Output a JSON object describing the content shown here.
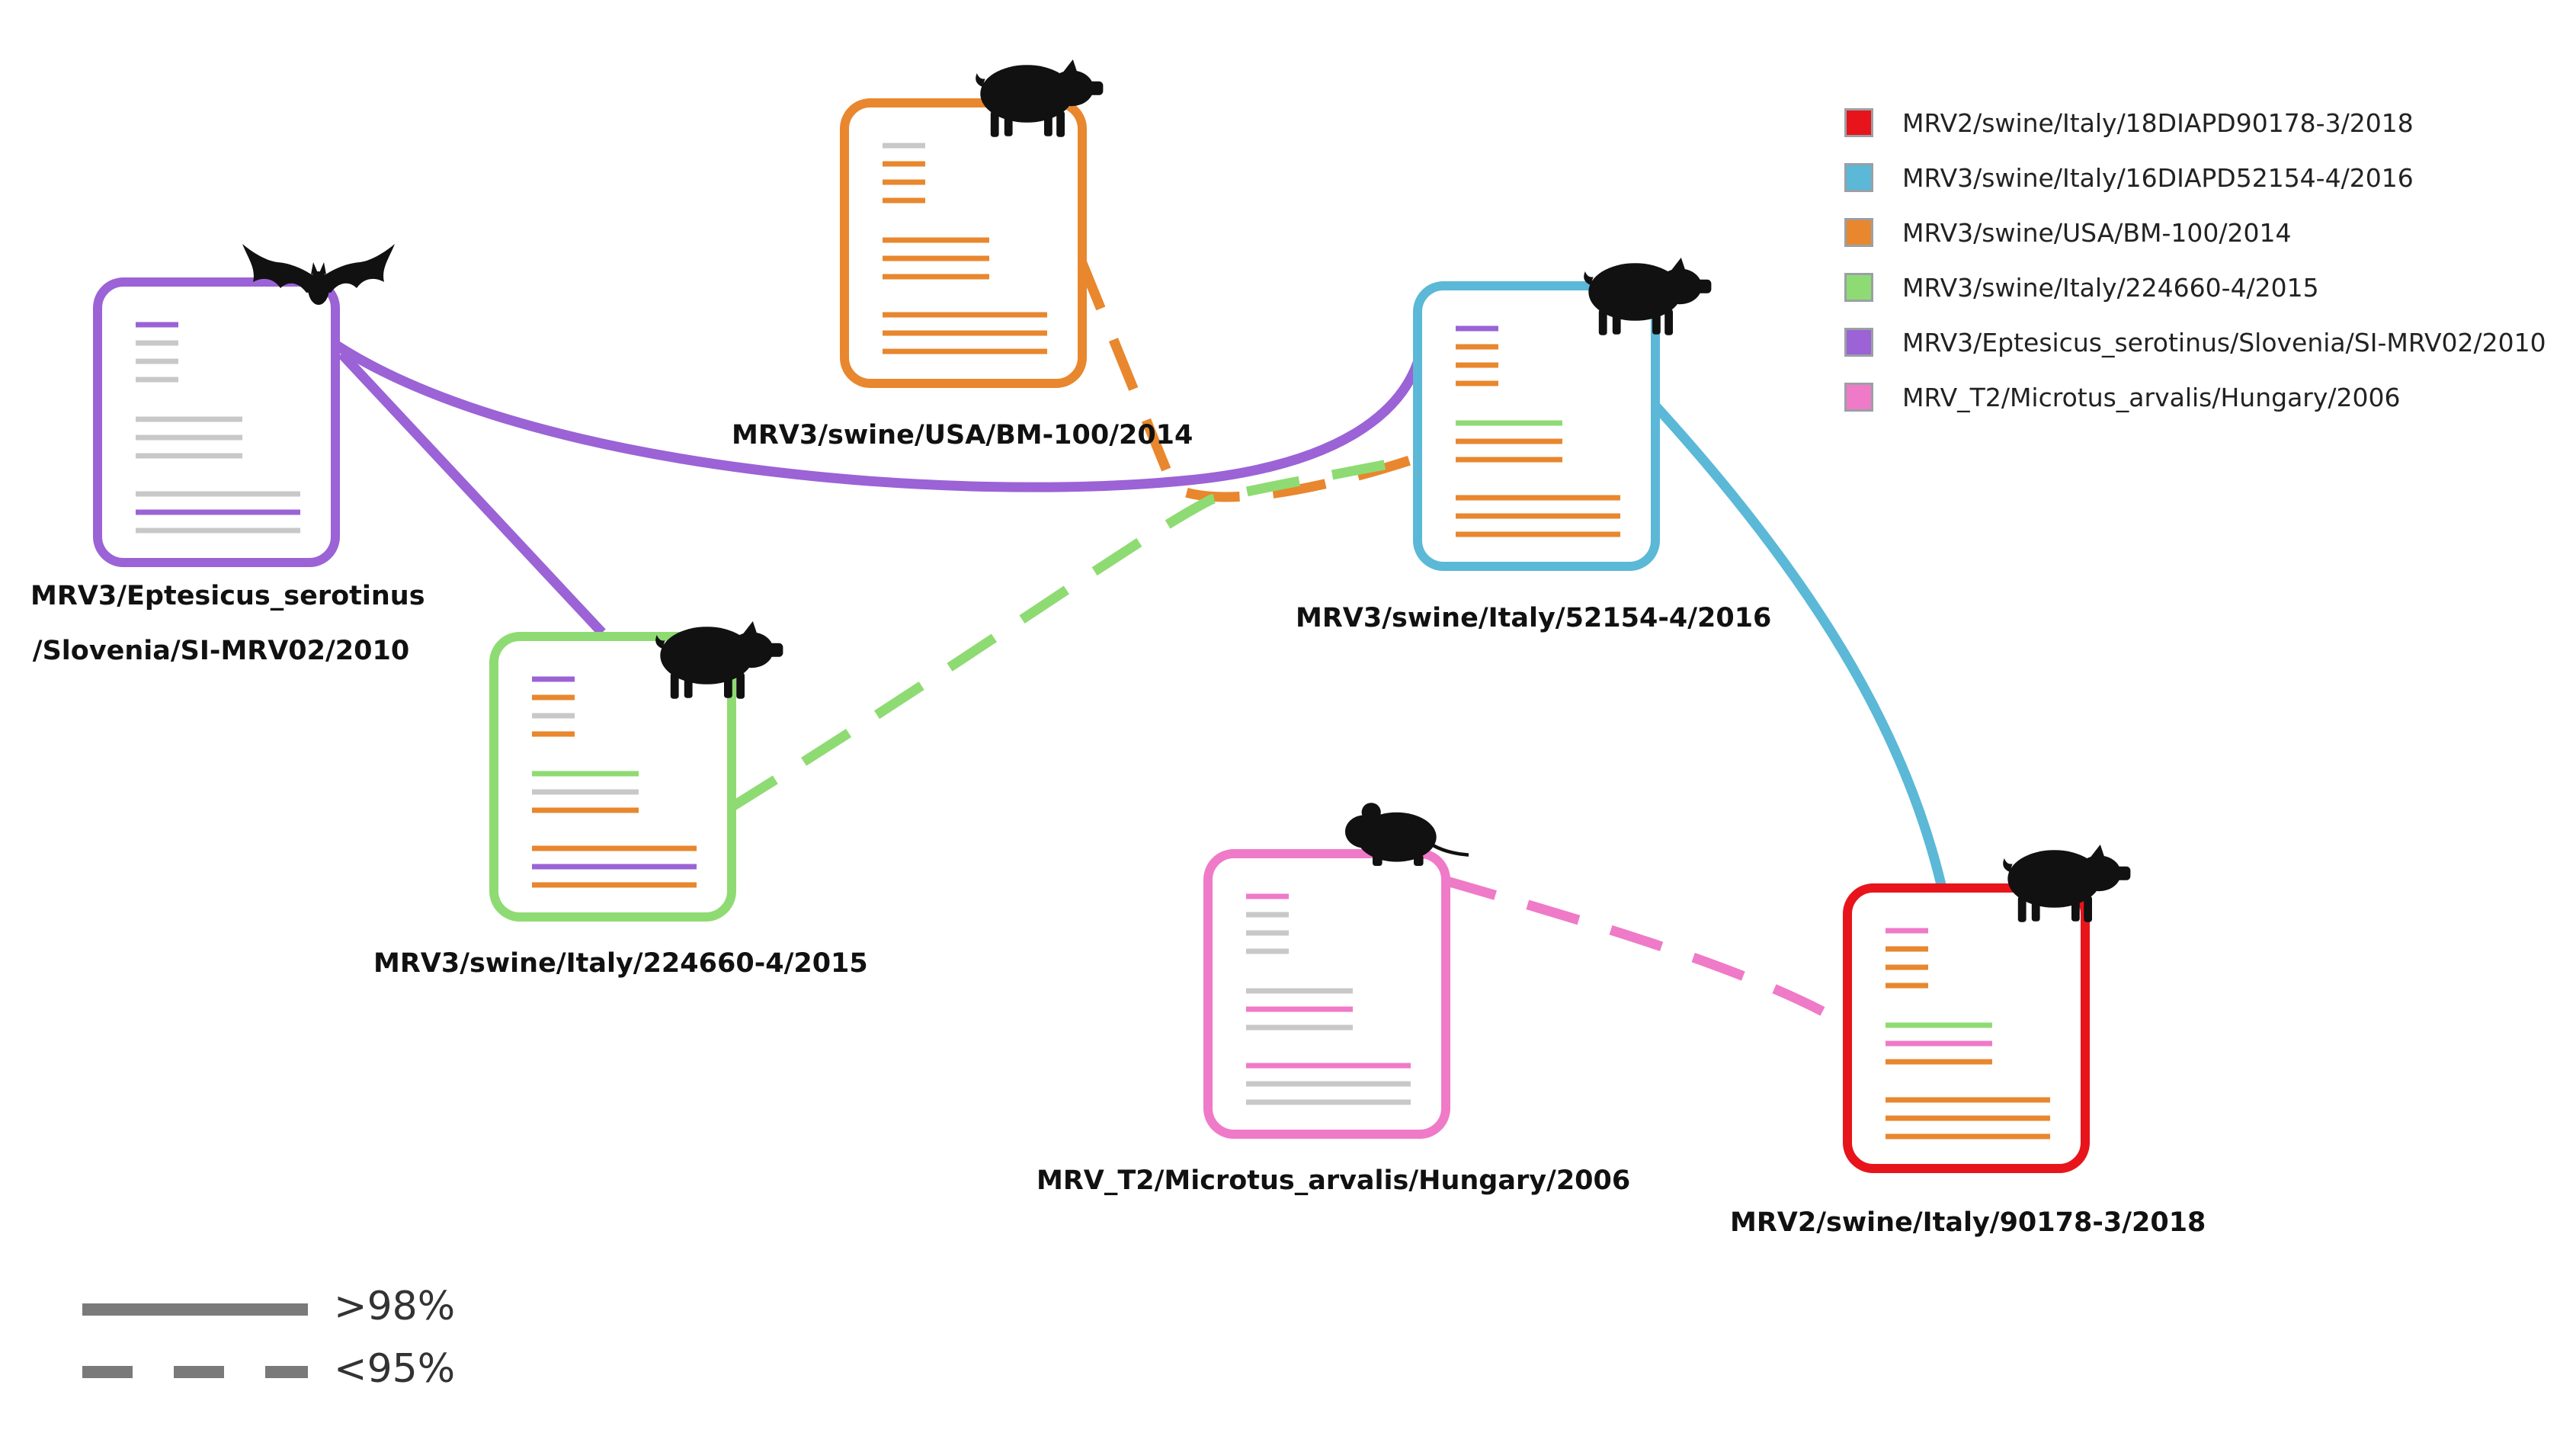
{
  "colors": {
    "red": "#e8141b",
    "blue": "#5bb8d7",
    "orange": "#e8872e",
    "green": "#8fdb73",
    "purple": "#9b63d6",
    "pink": "#ef7ac8",
    "gray": "#c8c8c8",
    "line_gray": "#7a7a7a"
  },
  "legend": [
    {
      "color": "#e8141b",
      "label": "MRV2/swine/Italy/18DIAPD90178-3/2018"
    },
    {
      "color": "#5bb8d7",
      "label": "MRV3/swine/Italy/16DIAPD52154-4/2016"
    },
    {
      "color": "#e8872e",
      "label": "MRV3/swine/USA/BM-100/2014"
    },
    {
      "color": "#8fdb73",
      "label": "MRV3/swine/Italy/224660-4/2015"
    },
    {
      "color": "#9b63d6",
      "label": "MRV3/Eptesicus_serotinus/Slovenia/SI-MRV02/2010"
    },
    {
      "color": "#ef7ac8",
      "label": "MRV_T2/Microtus_arvalis/Hungary/2006"
    }
  ],
  "nodes": [
    {
      "id": "bat",
      "label_line1": "MRV3/Eptesicus_serotinus",
      "label_line2": "/Slovenia/SI-MRV02/2010",
      "host_icon": "bat-icon",
      "segments": [
        "purple",
        "gray",
        "gray",
        "gray",
        "gray",
        "gray",
        "gray",
        "gray",
        "purple",
        "gray"
      ]
    },
    {
      "id": "usa",
      "label_line1": "MRV3/swine/USA/BM-100/2014",
      "host_icon": "pig-icon",
      "segments": [
        "gray",
        "orange",
        "orange",
        "orange",
        "orange",
        "orange",
        "orange",
        "orange",
        "orange",
        "orange"
      ]
    },
    {
      "id": "italy2016",
      "label_line1": "MRV3/swine/Italy/52154-4/2016",
      "host_icon": "pig-icon",
      "segments": [
        "purple",
        "orange",
        "orange",
        "orange",
        "green",
        "orange",
        "orange",
        "orange",
        "orange",
        "orange"
      ]
    },
    {
      "id": "italy2015",
      "label_line1": "MRV3/swine/Italy/224660-4/2015",
      "host_icon": "pig-icon",
      "segments": [
        "purple",
        "orange",
        "gray",
        "orange",
        "green",
        "gray",
        "orange",
        "orange",
        "purple",
        "orange"
      ]
    },
    {
      "id": "hungary",
      "label_line1": "MRV_T2/Microtus_arvalis/Hungary/2006",
      "host_icon": "mouse-icon",
      "segments": [
        "pink",
        "gray",
        "gray",
        "gray",
        "gray",
        "pink",
        "gray",
        "pink",
        "gray",
        "gray"
      ]
    },
    {
      "id": "italy2018",
      "label_line1": "MRV2/swine/Italy/90178-3/2018",
      "host_icon": "pig-icon",
      "segments": [
        "pink",
        "orange",
        "orange",
        "orange",
        "green",
        "pink",
        "orange",
        "orange",
        "orange",
        "orange"
      ]
    }
  ],
  "links": [
    {
      "from": "bat",
      "to": "italy2016",
      "identity": ">98%",
      "color": "#9b63d6"
    },
    {
      "from": "bat",
      "to": "italy2015",
      "identity": ">98%",
      "color": "#9b63d6"
    },
    {
      "from": "usa",
      "to": "italy2016",
      "identity": "<95%",
      "color": "#e8872e"
    },
    {
      "from": "italy2015",
      "to": "italy2016",
      "identity": "<95%",
      "color": "#8fdb73"
    },
    {
      "from": "italy2016",
      "to": "italy2018",
      "identity": ">98%",
      "color": "#5bb8d7"
    },
    {
      "from": "hungary",
      "to": "italy2018",
      "identity": "<95%",
      "color": "#ef7ac8"
    }
  ],
  "key": {
    "solid_label": ">98%",
    "dashed_label": "<95%"
  }
}
